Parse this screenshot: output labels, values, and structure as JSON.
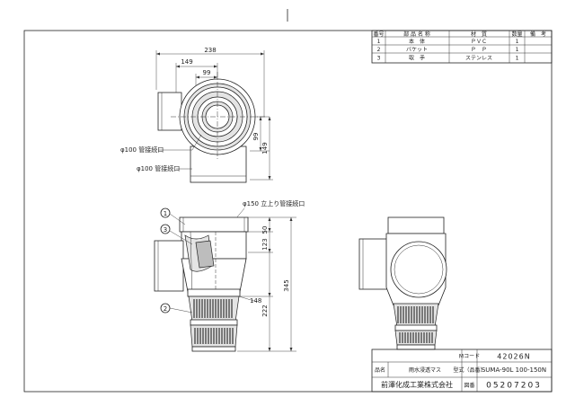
{
  "parts_table": {
    "headers": [
      "番号",
      "部 品 名 称",
      "材　質",
      "数量",
      "備　考"
    ],
    "rows": [
      [
        "1",
        "本　体",
        "ＰＶＣ",
        "1",
        ""
      ],
      [
        "2",
        "バケット",
        "Ｐ　Ｐ",
        "1",
        ""
      ],
      [
        "3",
        "取　手",
        "ステンレス",
        "1",
        ""
      ]
    ]
  },
  "top_view": {
    "dim_238": "238",
    "dim_149_h": "149",
    "dim_99_h": "99",
    "dim_99_v": "99",
    "dim_149_v": "149",
    "label_left_outlet": "φ100 管接続口",
    "label_bottom_outlet": "φ100 管接続口"
  },
  "side_view": {
    "label_top_inlet": "φ150 立上り管接続口",
    "dim_50": "50",
    "dim_123": "123",
    "dim_345": "345",
    "dim_148": "148",
    "dim_222": "222",
    "callouts": [
      "1",
      "3",
      "2"
    ]
  },
  "title_block": {
    "m_code_label": "Mコード",
    "m_code_value": "42026N",
    "name_label": "品名",
    "name_value": "雨水浸透マス",
    "model_label": "型式（品番）",
    "model_value": "SUMA-90L 100-150N",
    "company": "前澤化成工業株式会社",
    "drawing_label": "図番",
    "drawing_value": "05207203"
  }
}
